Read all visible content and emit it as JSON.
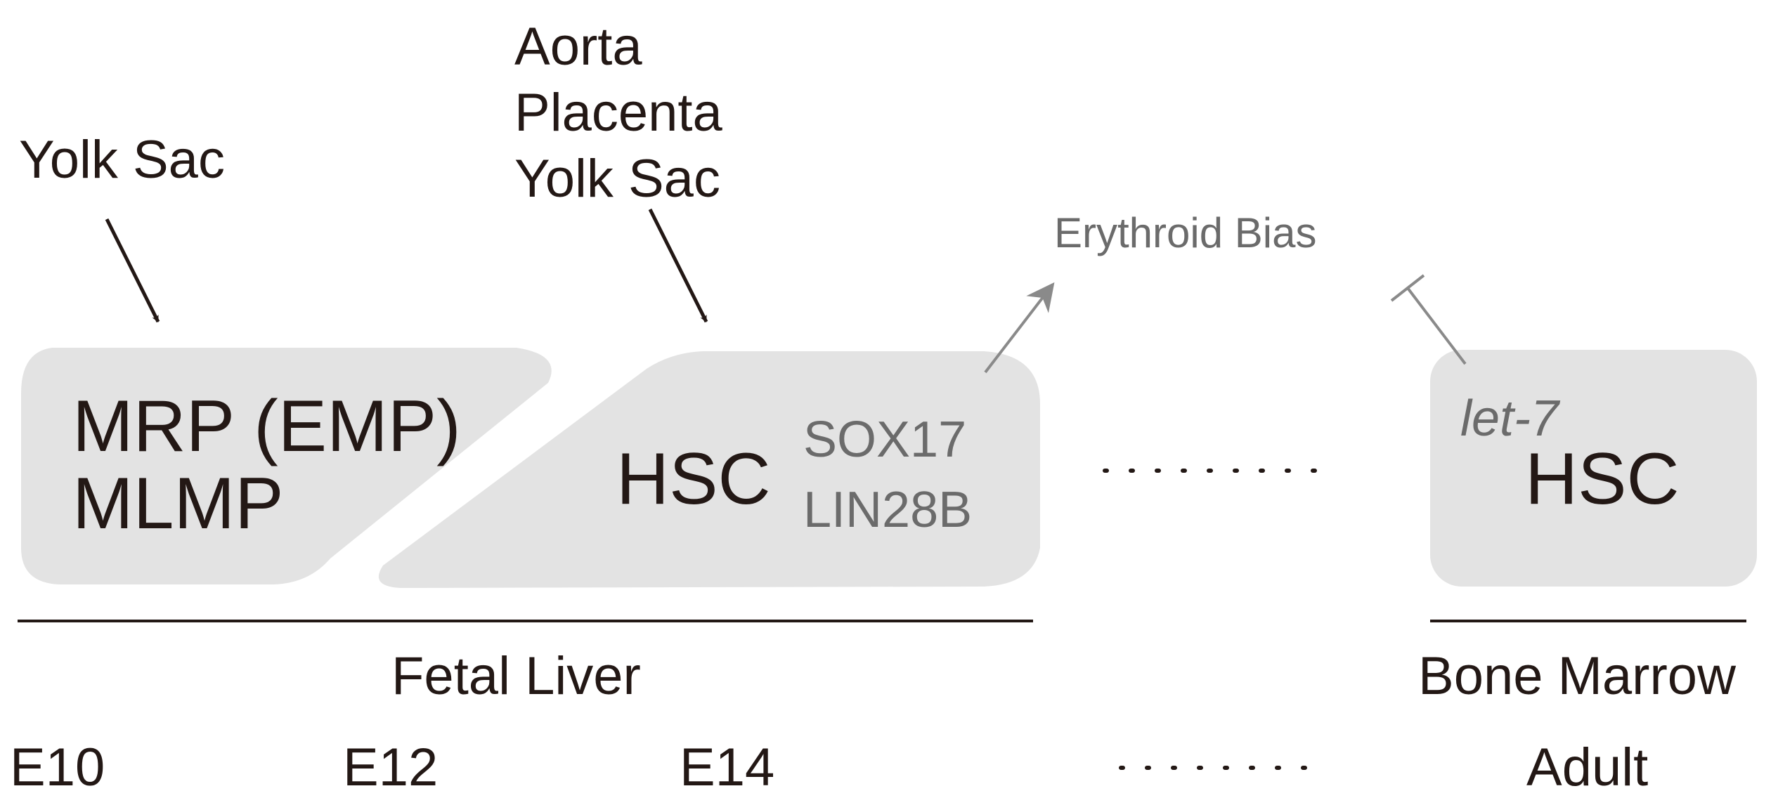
{
  "sources": {
    "left": "Yolk Sac",
    "middle": [
      "Aorta",
      "Placenta",
      "Yolk Sac"
    ]
  },
  "bias": "Erythroid Bias",
  "boxes": {
    "progenitors": [
      "MRP (EMP)",
      "MLMP"
    ],
    "fetal_hsc": {
      "label": "HSC",
      "factors": [
        "SOX17",
        "LIN28B"
      ]
    },
    "adult_hsc": {
      "regulator": "let-7",
      "label": "HSC"
    }
  },
  "locations": {
    "fetal": "Fetal Liver",
    "adult": "Bone Marrow"
  },
  "timeline": [
    "E10",
    "E12",
    "E14",
    "Adult"
  ],
  "colors": {
    "box_fill": "#e3e3e3",
    "text_dark": "#231815",
    "text_gray": "#6b6b6b",
    "line": "#231815",
    "gray_arrow": "#8a8a8a"
  }
}
